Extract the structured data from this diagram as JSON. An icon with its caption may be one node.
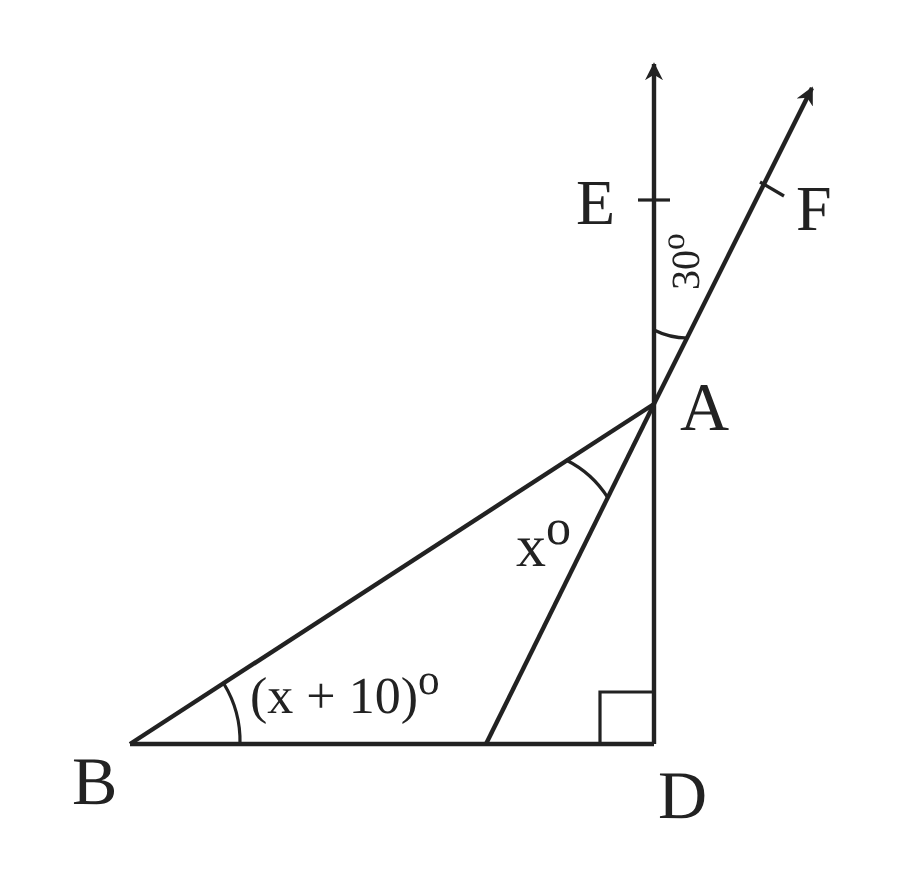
{
  "diagram": {
    "labels": [
      "E",
      "F",
      "30$^{o}$",
      "A",
      "x$^{o}$",
      "(x + 10)$^{o}$",
      "B",
      "D"
    ]
  }
}
